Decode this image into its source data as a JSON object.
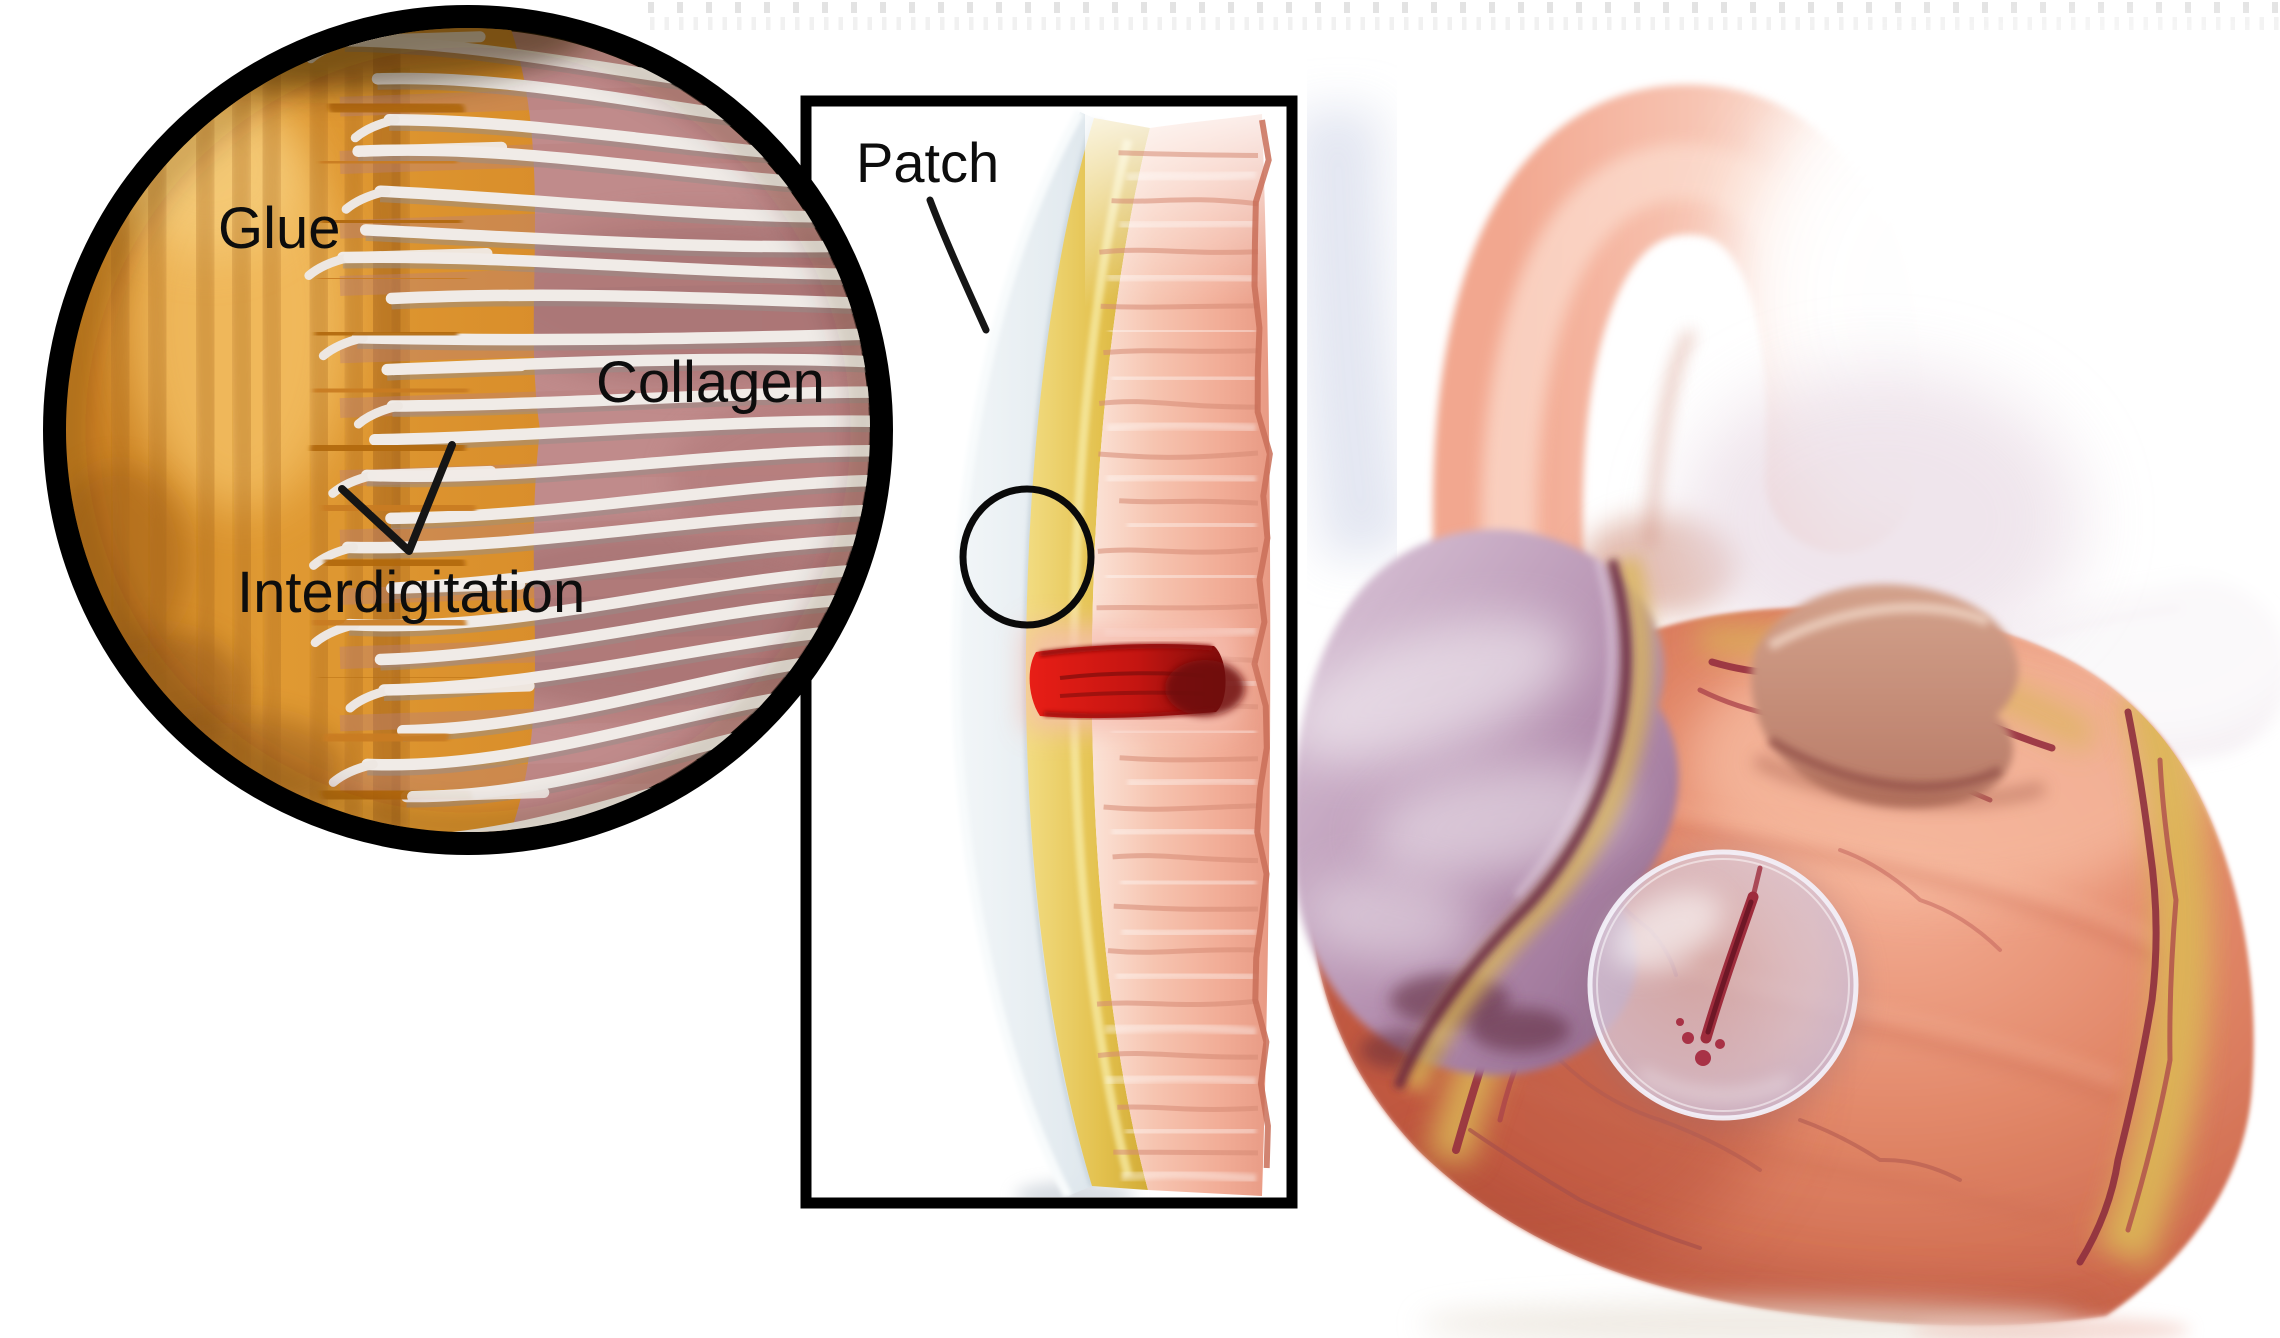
{
  "figure": {
    "kind": "medical-illustration",
    "inset": {
      "labels": {
        "glue": "Glue",
        "collagen": "Collagen",
        "interdigitation": "Interdigitation"
      }
    },
    "panel": {
      "labels": {
        "patch": "Patch"
      }
    }
  },
  "palette": {
    "background": "#ffffff",
    "label_text": "#0d0d0d",
    "outline_black": "#000000",
    "glue_orange": "#D98E2B",
    "glue_light": "#F0BE62",
    "glue_dark": "#B06A0F",
    "collagen_white": "#F0EBE7",
    "fiber_shadow_gray": "#968D8A",
    "fiber_bg_pink": "#C08B8B",
    "membrane_blue": "#E7EDF1",
    "glue_layer_yellow": "#E3C14E",
    "tissue_pink": "#F5BCA9",
    "striation_pink": "#D68A75",
    "wound_red": "#DE1A14",
    "wound_dark": "#7E0D0B",
    "heart_salmon": "#E08566",
    "heart_deep": "#B5503C",
    "aorta_pink": "#F2A78F",
    "pulmonary_pale": "#E2D3DF",
    "atrium_lavender": "#B48FAF",
    "crevice_maroon": "#64243C",
    "fat_yellow": "#DBB757",
    "vessel_red": "#962F3F",
    "patch_disc": "#D9CBDA",
    "shadow_blue": "#DCE0EE"
  }
}
